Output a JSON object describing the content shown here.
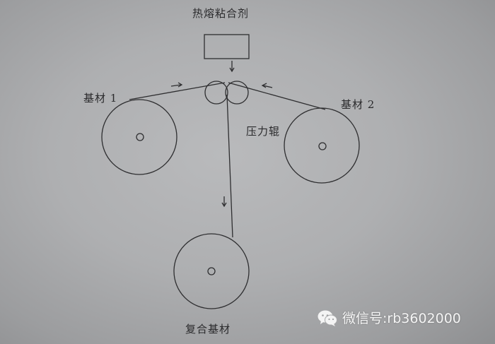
{
  "labels": {
    "adhesive": "热熔粘合剂",
    "substrate1": "基材 1",
    "substrate2": "基材 2",
    "pressure_roller": "压力辊",
    "composite": "复合基材"
  },
  "watermark": {
    "text": "微信号:rb3602000",
    "icon": "wechat-icon"
  },
  "colors": {
    "line": "#2e2e30",
    "background": "#aeafb1"
  }
}
